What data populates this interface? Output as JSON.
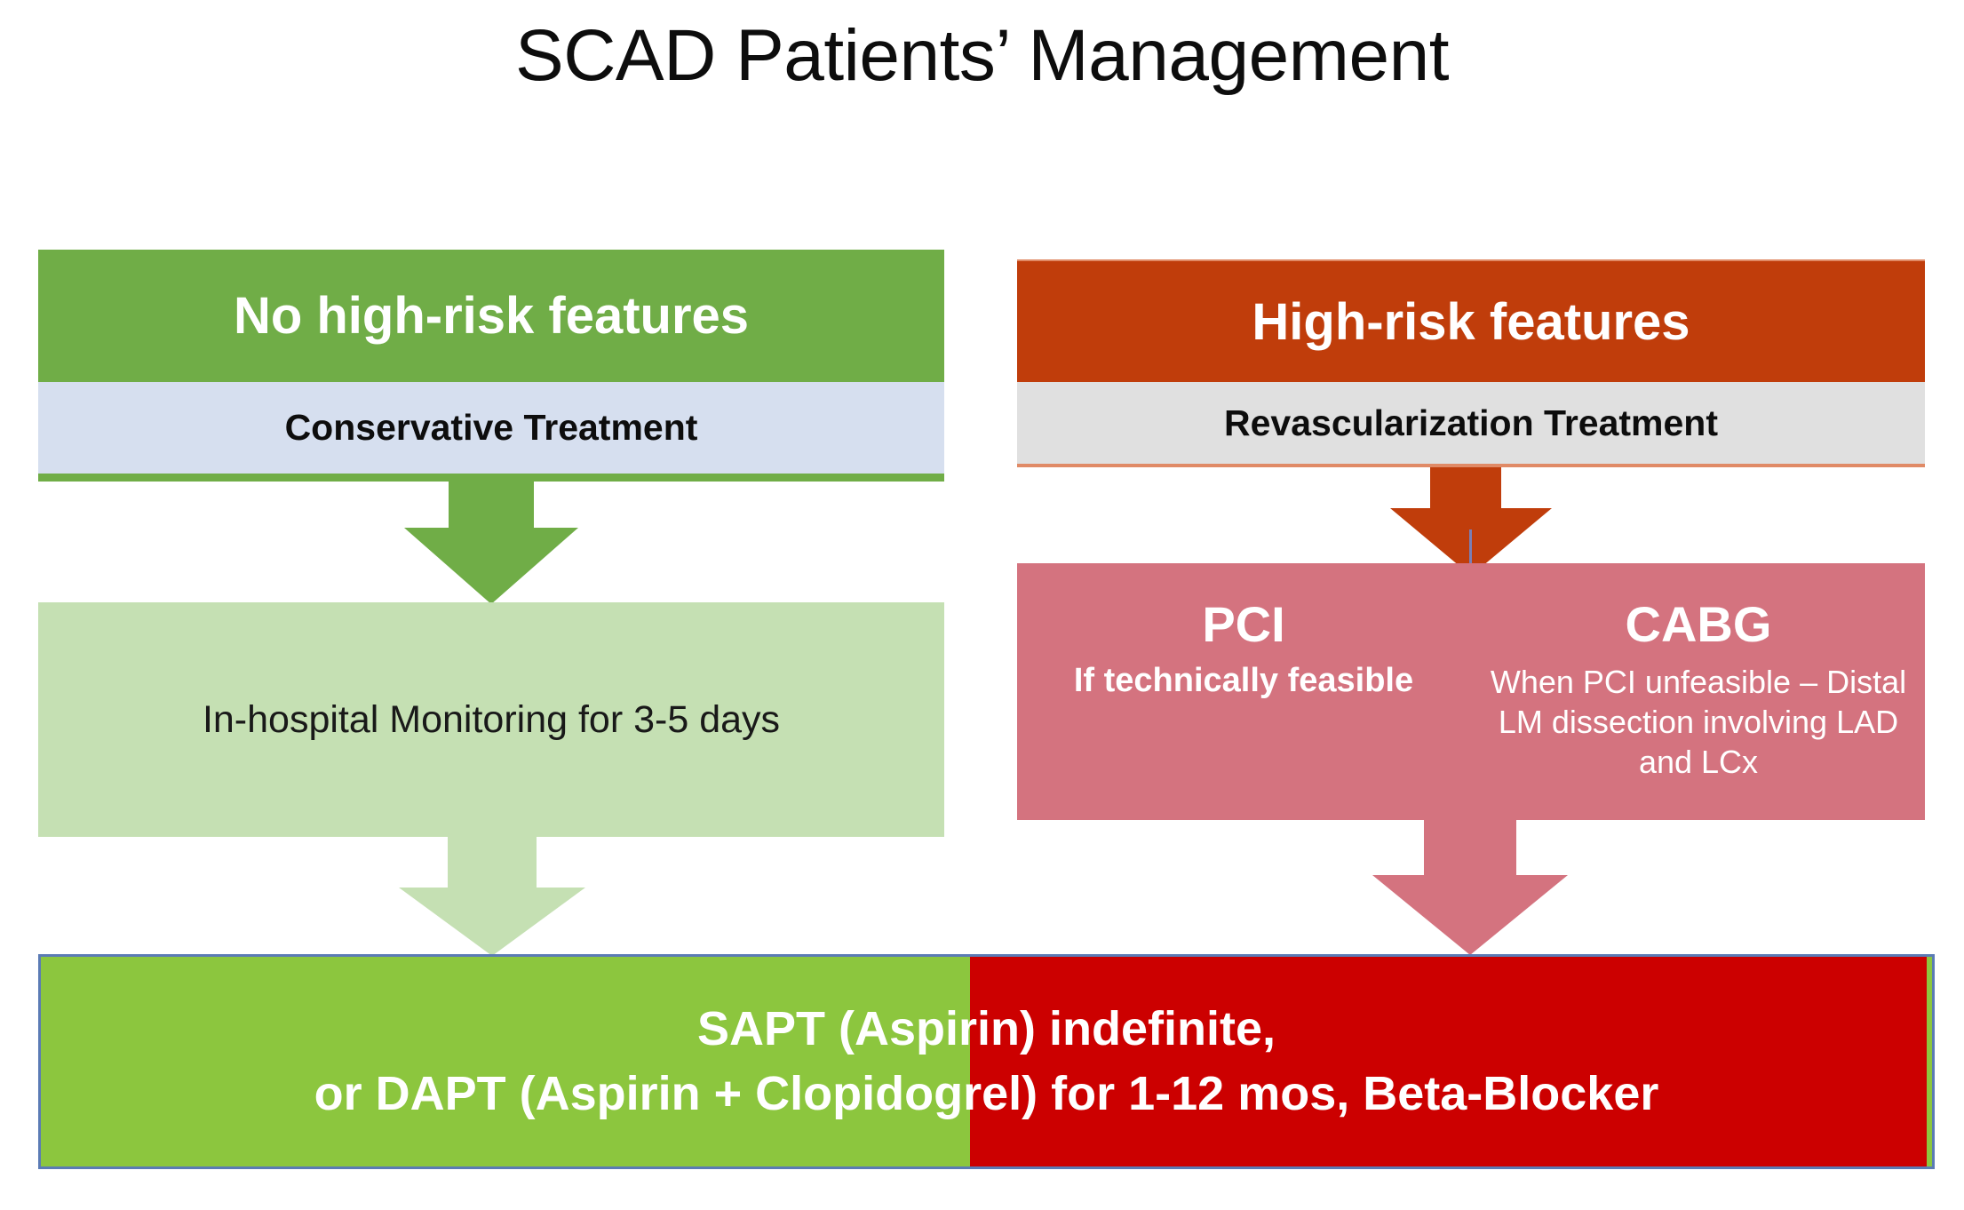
{
  "slide": {
    "title": "SCAD Patients’ Management"
  },
  "branches": {
    "left": {
      "header": "No high-risk features",
      "subheader": "Conservative Treatment",
      "step": "In-hospital Monitoring for 3-5 days"
    },
    "right": {
      "header": "High-risk features",
      "subheader": "Revascularization Treatment",
      "options": [
        {
          "title": "PCI",
          "detail": "If technically feasible"
        },
        {
          "title": "CABG",
          "detail": "When PCI unfeasible – Distal LM dissection involving LAD and LCx"
        }
      ]
    }
  },
  "outcome": {
    "line1": "SAPT (Aspirin) indefinite,",
    "line2": "or  DAPT (Aspirin + Clopidogrel) for 1-12 mos, Beta-Blocker"
  },
  "colors": {
    "green_header": "#70ad47",
    "blue_subheader": "#d6dfef",
    "pale_green": "#c5e0b3",
    "orange_header": "#c03d0b",
    "gray_subheader": "#e0e0e0",
    "pink_box": "#d4737f",
    "banner_green": "#8cc63e",
    "banner_red": "#cc0000",
    "divider_blue": "#7a7fb5"
  }
}
